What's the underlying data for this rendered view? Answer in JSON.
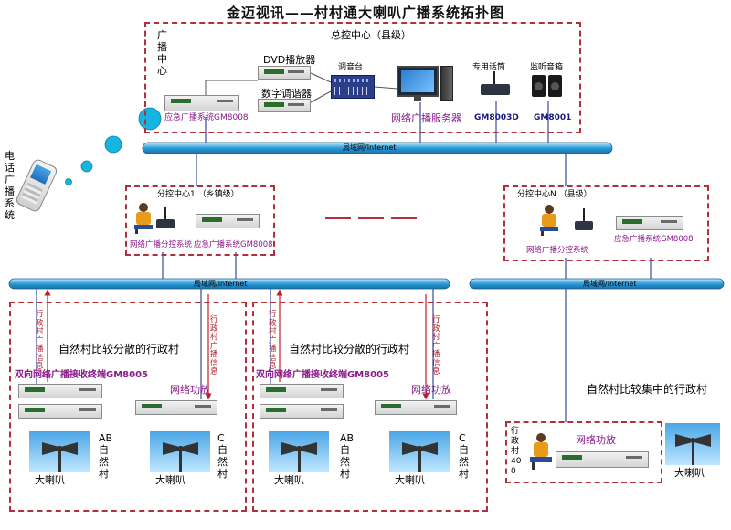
{
  "title": "金迈视讯——村村通大喇叭广播系统拓扑图",
  "colors": {
    "box_border": "#b03040",
    "bus": "#2a9bd8",
    "purple_label": "#8a1a8a",
    "navy_label": "#1a1a80",
    "red_arrow": "#c0202a",
    "bubble": "#16b4e0"
  },
  "center": {
    "vertical_label": "广播中心",
    "title": "总控中心（县级）",
    "dvd": "DVD播放器",
    "tuner": "数字调谐器",
    "mixer": "调音台",
    "emergency": "应急广播系统GM8008",
    "server": "网络广播服务器",
    "mic": "专用话筒",
    "mic_model": "GM8003D",
    "monitor": "监听音箱",
    "monitor_model": "GM8001"
  },
  "phone": {
    "label": "电话广播系统"
  },
  "bus_top": {
    "label": "局域网/Internet"
  },
  "branch1": {
    "title": "分控中心1 （乡镇级）",
    "label_a": "网络广播分控系统",
    "label_b": "应急广播系统GM8008"
  },
  "branchN": {
    "title": "分控中心N （县级）",
    "label_a": "网络广播分控系统",
    "label_b": "应急广播系统GM8008"
  },
  "bus_left": {
    "label": "局域网/Internet"
  },
  "bus_right": {
    "label": "局域网/Internet"
  },
  "village_left": {
    "title": "自然村比较分散的行政村",
    "arrow_up": "行政村广播信息",
    "arrow_down": "行政村广播信息",
    "receiver": "双向网络广播接收终端GM8005",
    "amp": "网络功放",
    "village_ab": "AB自然村",
    "village_c": "C自然村",
    "speaker": "大喇叭"
  },
  "village_mid": {
    "title": "自然村比较分散的行政村",
    "arrow_up": "行政村广播信息",
    "arrow_down": "行政村广播信息",
    "receiver": "双向网络广播接收终端GM8005",
    "amp": "网络功放",
    "village_ab": "AB自然村",
    "village_c": "C自然村",
    "speaker": "大喇叭"
  },
  "village_right": {
    "title": "自然村比较集中的行政村",
    "admin": "行政村400",
    "amp": "网络功放",
    "speaker": "大喇叭"
  }
}
